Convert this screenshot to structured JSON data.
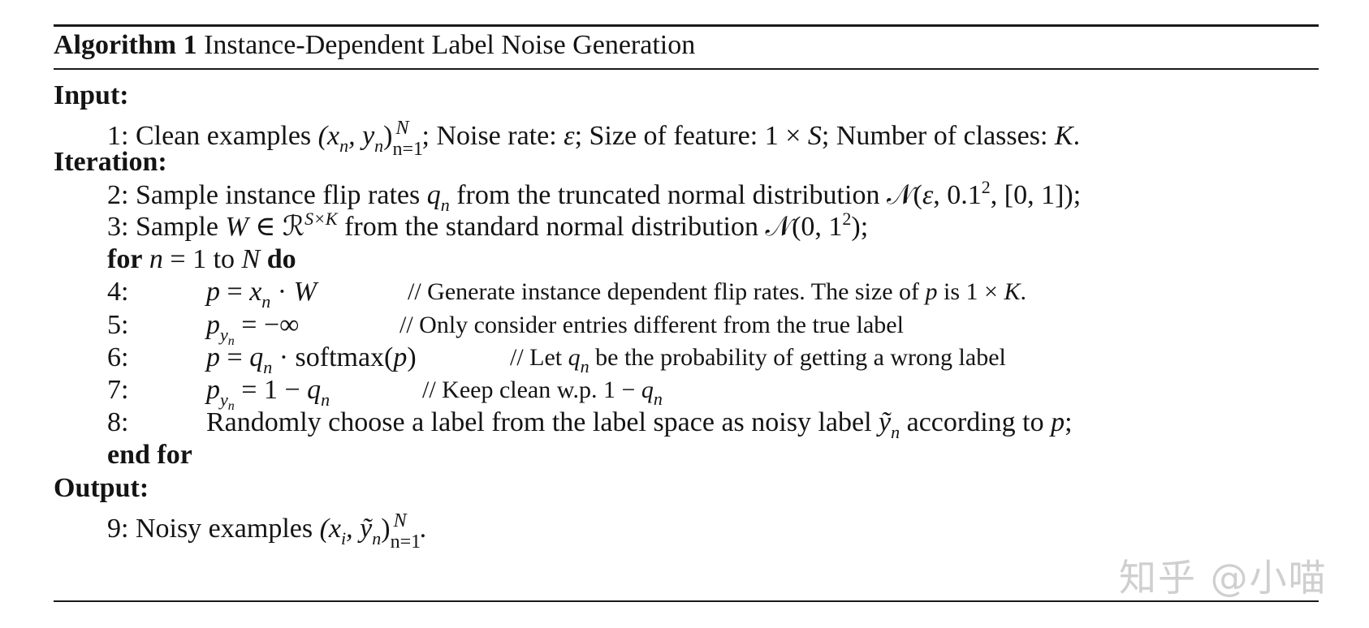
{
  "algorithm": {
    "label": "Algorithm 1",
    "title": "Instance-Dependent Label Noise Generation"
  },
  "sections": {
    "input": "Input:",
    "iteration": "Iteration:",
    "output": "Output:"
  },
  "steps": {
    "s1": {
      "num": "1:",
      "t1": " Clean examples ",
      "m1": "(x",
      "m1sub": "n",
      "m2": ", y",
      "m2sub": "n",
      "m3": ")",
      "sup": "N",
      "sub": "n=1",
      "t2": "; Noise rate: ",
      "eps": "ε",
      "t3": "; Size of feature: 1 × ",
      "S": "S",
      "t4": "; Number of classes: ",
      "K": "K",
      "t5": "."
    },
    "s2": {
      "num": "2:",
      "t1": " Sample instance flip rates ",
      "q": "q",
      "qsub": "n",
      "t2": " from the truncated normal distribution ",
      "N": "𝒩",
      "t3": "(",
      "eps": "ε",
      "t4": ", 0.1",
      "sup": "2",
      "t5": ", [0, 1]);"
    },
    "s3": {
      "num": "3:",
      "t1": " Sample ",
      "W": "W",
      "t2": " ∈ ℛ",
      "sup": "S×K",
      "t3": " from the standard normal distribution ",
      "N": "𝒩",
      "t4": "(0, 1",
      "sup2": "2",
      "t5": ");"
    },
    "for": {
      "kw_for": "for",
      "n": "n",
      "t1": " = 1 to ",
      "N": "N",
      "kw_do": "do"
    },
    "s4": {
      "num": "4:",
      "p": "p",
      "t1": " = ",
      "x": "x",
      "xsub": "n",
      "t2": " · ",
      "W": "W",
      "comment_a": "// Generate instance dependent flip rates. The size of ",
      "comment_p": "p",
      "comment_b": " is 1 × ",
      "comment_K": "K",
      "comment_c": "."
    },
    "s5": {
      "num": "5:",
      "p": "p",
      "psub": "y",
      "psubsub": "n",
      "t1": " = −∞",
      "comment": "// Only consider entries different from the true label"
    },
    "s6": {
      "num": "6:",
      "p": "p",
      "t1": " = ",
      "q": "q",
      "qsub": "n",
      "t2": " · softmax(",
      "p2": "p",
      "t3": ")",
      "comment_a": "// Let ",
      "comment_q": "q",
      "comment_qsub": "n",
      "comment_b": " be the probability of getting a wrong label"
    },
    "s7": {
      "num": "7:",
      "p": "p",
      "psub": "y",
      "psubsub": "n",
      "t1": " = 1 − ",
      "q": "q",
      "qsub": "n",
      "comment_a": "// Keep clean w.p. 1 − ",
      "comment_q": "q",
      "comment_qsub": "n"
    },
    "s8": {
      "num": "8:",
      "t1": "Randomly choose a label from the label space as noisy label ",
      "y": "ỹ",
      "ysub": "n",
      "t2": " according to ",
      "p": "p",
      "t3": ";"
    },
    "endfor": "end for",
    "s9": {
      "num": "9:",
      "t1": " Noisy examples ",
      "m1": "(x",
      "m1sub": "i",
      "m2": ", ỹ",
      "m2sub": "n",
      "m3": ")",
      "sup": "N",
      "sub": "n=1",
      "t2": "."
    }
  },
  "watermark": "知乎 @小喵"
}
